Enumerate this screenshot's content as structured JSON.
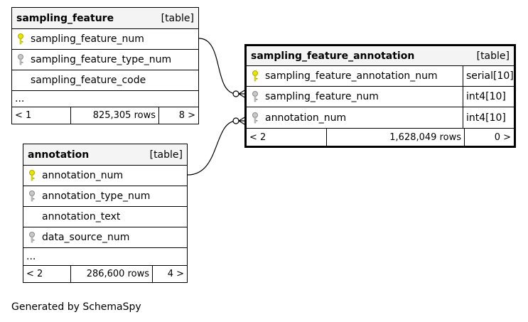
{
  "tables": {
    "sampling_feature": {
      "name": "sampling_feature",
      "kind": "[table]",
      "columns": [
        {
          "name": "sampling_feature_num",
          "key": "primary"
        },
        {
          "name": "sampling_feature_type_num",
          "key": "foreign"
        },
        {
          "name": "sampling_feature_code",
          "key": "none"
        },
        {
          "name": "...",
          "key": "ellipsis"
        }
      ],
      "footer": {
        "parents": "< 1",
        "rows": "825,305 rows",
        "children": "8 >"
      }
    },
    "annotation": {
      "name": "annotation",
      "kind": "[table]",
      "columns": [
        {
          "name": "annotation_num",
          "key": "primary"
        },
        {
          "name": "annotation_type_num",
          "key": "foreign"
        },
        {
          "name": "annotation_text",
          "key": "none"
        },
        {
          "name": "data_source_num",
          "key": "foreign"
        },
        {
          "name": "...",
          "key": "ellipsis"
        }
      ],
      "footer": {
        "parents": "< 2",
        "rows": "286,600 rows",
        "children": "4 >"
      }
    },
    "sampling_feature_annotation": {
      "name": "sampling_feature_annotation",
      "kind": "[table]",
      "columns": [
        {
          "name": "sampling_feature_annotation_num",
          "type": "serial[10]",
          "key": "primary"
        },
        {
          "name": "sampling_feature_num",
          "type": "int4[10]",
          "key": "foreign"
        },
        {
          "name": "annotation_num",
          "type": "int4[10]",
          "key": "foreign"
        }
      ],
      "footer": {
        "parents": "< 2",
        "rows": "1,628,049 rows",
        "children": "0 >"
      }
    }
  },
  "generated_by": "Generated by SchemaSpy",
  "colors": {
    "primary_key": "#e6e600",
    "foreign_key": "#a0a0a0",
    "header_bg": "#f4f4f4"
  },
  "icons": {
    "primary": "key-icon",
    "foreign": "key-icon"
  }
}
